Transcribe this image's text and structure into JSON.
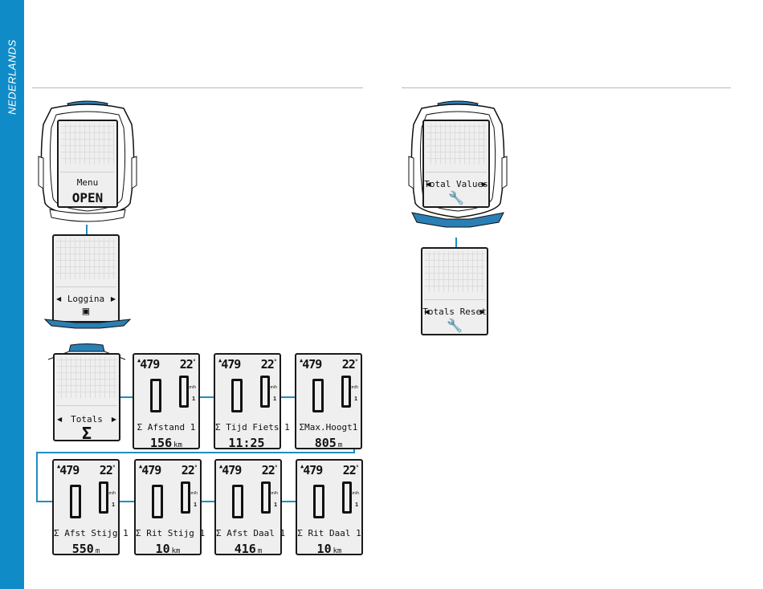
{
  "sidebar": {
    "language": "NEDERLANDS"
  },
  "left_flow": {
    "device_menu": {
      "line1": "Menu",
      "line2": "OPEN"
    },
    "device_loggina": {
      "line1": "Loggina"
    },
    "device_totals": {
      "line1": "Totals",
      "line2": "Σ"
    }
  },
  "data_screens": [
    {
      "alt": "479",
      "temp": "22",
      "temp_unit": "°",
      "label": "Σ Afstand 1",
      "value": "156",
      "unit": "km"
    },
    {
      "alt": "479",
      "temp": "22",
      "temp_unit": "°",
      "label": "Σ Tijd Fiets 1",
      "value": "11:25",
      "unit": ""
    },
    {
      "alt": "479",
      "temp": "22",
      "temp_unit": "°",
      "label": "ΣMax.Hoogt1",
      "value": "805",
      "unit": "m"
    },
    {
      "alt": "479",
      "temp": "22",
      "temp_unit": "°",
      "label": "Σ Afst Stijg 1",
      "value": "550",
      "unit": "m"
    },
    {
      "alt": "479",
      "temp": "22",
      "temp_unit": "°",
      "label": "Σ Rit Stijg 1",
      "value": "10",
      "unit": "km"
    },
    {
      "alt": "479",
      "temp": "22",
      "temp_unit": "°",
      "label": "Σ Afst Daal 1",
      "value": "416",
      "unit": "m"
    },
    {
      "alt": "479",
      "temp": "22",
      "temp_unit": "°",
      "label": "Σ Rit Daal 1",
      "value": "10",
      "unit": "km"
    }
  ],
  "right_flow": {
    "device_total_values": {
      "line1": "Total Values"
    },
    "device_totals_reset": {
      "line1": "Totals Reset"
    }
  },
  "common": {
    "unit_kmh": "km/h",
    "gear": "1"
  },
  "colors": {
    "accent": "#0f8cc8",
    "device_blue": "#2a7fb5"
  }
}
